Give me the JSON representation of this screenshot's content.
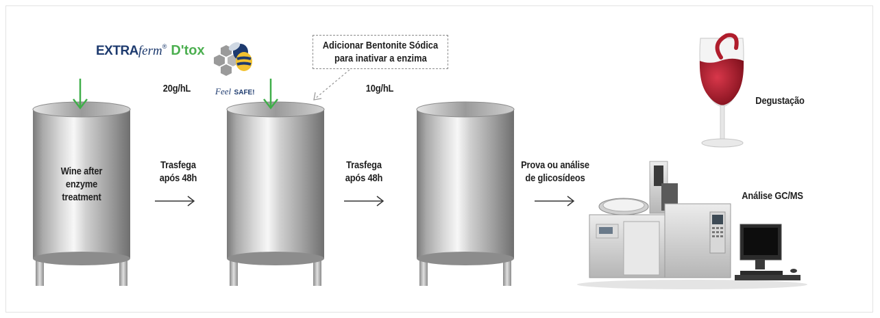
{
  "brand": {
    "extra": "EXTRA",
    "ferm": "ferm",
    "reg": "®",
    "product": "D'tox",
    "feel": "Feel",
    "safe": "SAFE!"
  },
  "callout": {
    "line1": "Adicionar Bentonite Sódica",
    "line2": "para inativar a enzima"
  },
  "doses": {
    "first": "20g/hL",
    "second": "10g/hL"
  },
  "tank1": {
    "line1": "Wine after",
    "line2": "enzyme",
    "line3": "treatment"
  },
  "steps": [
    {
      "line1": "Trasfega",
      "line2": "após 48h"
    },
    {
      "line1": "Trasfega",
      "line2": "após 48h"
    },
    {
      "line1": "Prova ou análise",
      "line2": "de glicosídeos"
    }
  ],
  "outputs": {
    "tasting": "Degustação",
    "analysis": "Análise GC/MS"
  },
  "colors": {
    "arrow_green": "#3fae49",
    "brand_blue": "#1d3a6e",
    "brand_green": "#4caf50",
    "wine_red": "#b01d2c"
  },
  "icons": [
    "down-arrow-icon",
    "right-arrow-icon",
    "bee-logo-icon",
    "wine-glass-icon",
    "gc-ms-instrument-icon"
  ]
}
